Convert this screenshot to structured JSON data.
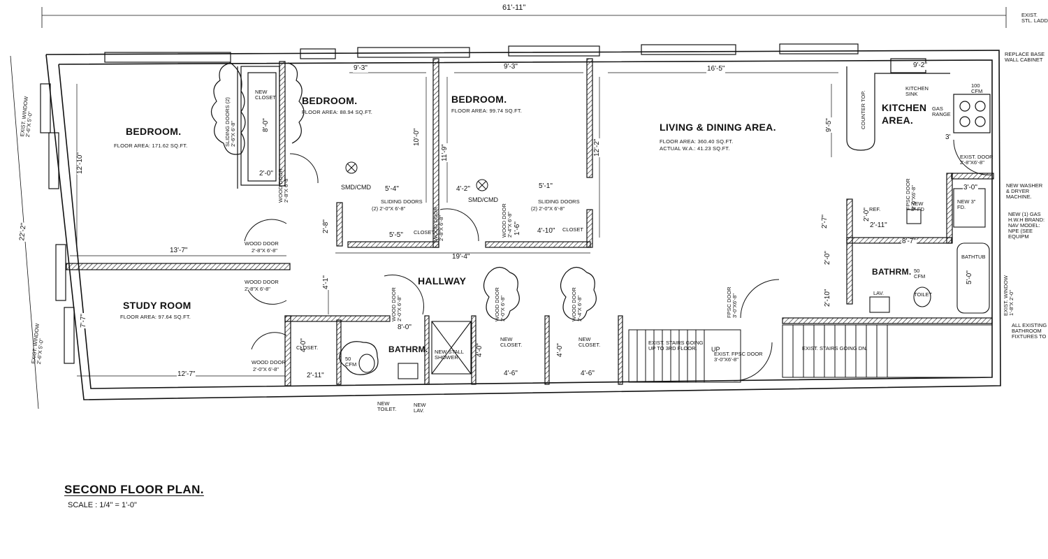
{
  "plan": {
    "title": "SECOND FLOOR PLAN.",
    "scale": "SCALE : 1/4\" = 1'-0\""
  },
  "rooms": {
    "bedroom1": {
      "name": "BEDROOM.",
      "area": "FLOOR AREA: 171.62 SQ.FT."
    },
    "bedroom2": {
      "name": "BEDROOM.",
      "area": "FLOOR AREA: 88.94 SQ.FT."
    },
    "bedroom3": {
      "name": "BEDROOM.",
      "area": "FLOOR AREA: 99.74 SQ.FT."
    },
    "living": {
      "name": "LIVING & DINING AREA.",
      "area": "FLOOR AREA: 360.40 SQ.FT.",
      "actual": "ACTUAL W.A.: 41.23 SQ.FT."
    },
    "kitchen": {
      "name_line1": "KITCHEN",
      "name_line2": "AREA."
    },
    "study": {
      "name": "STUDY ROOM",
      "area": "FLOOR AREA: 97.64 SQ.FT."
    },
    "hallway": {
      "name": "HALLWAY"
    },
    "bath1": {
      "name": "BATHRM."
    },
    "bath2": {
      "name": "BATHRM."
    }
  },
  "dimensions": {
    "overall": "61'-11\"",
    "d1": "9'-3\"",
    "d2": "9'-3\"",
    "d3": "16'-5\"",
    "d4": "9'-2\"",
    "d5": "12'-10\"",
    "d6": "22'-2\"",
    "d7": "7'-7\"",
    "d8": "13'-7\"",
    "d9": "12'-7\"",
    "d10": "19'-4\"",
    "d11": "5'-4\"",
    "d12": "5'-5\"",
    "d13": "4'-2\"",
    "d14": "5'-1\"",
    "d15": "4'-10\"",
    "d16": "10'-0\"",
    "d17": "11'-9\"",
    "d18": "12'-2\"",
    "d19": "9'-5\"",
    "d20": "8'-0\"",
    "d21": "2'-0\"",
    "d22": "2'-8\"",
    "d23": "4'-1\"",
    "d24": "8'-0\"",
    "d25": "4'-0\"",
    "d26": "2'-11\"",
    "d27": "4'-6\"",
    "d28": "4'-6\"",
    "d29": "4'-0\"",
    "d30": "4'-0\"",
    "d31": "2'-7\"",
    "d32": "2'-0\"",
    "d33": "2'-11\"",
    "d34": "8'-7\"",
    "d35": "2'-0\"",
    "d36": "2'-10\"",
    "d37": "5'-0\"",
    "d38": "3'-0\"",
    "d39": "3'",
    "d40": "1'-6\""
  },
  "notes": {
    "new_closet_top": "NEW CLOSET",
    "sliding_doors_v": "SLIDING DOORS (2) 2'-6\"X 6'-8\"",
    "wood_door_v1": "WOOD DOOR 2'-8\"X 6'-8\"",
    "smd1": "SMD/CMD",
    "smd2": "SMD/CMD",
    "sliding1_a": "SLIDING DOORS",
    "sliding1_b": "(2) 2'-0\"X 6'-8\"",
    "sliding2_a": "SLIDING DOORS",
    "sliding2_b": "(2) 2'-0\"X 6'-8\"",
    "closet1": "CLOSET",
    "closet2": "CLOSET",
    "wood_door_v2": "WOOD DOOR 2'-8\"X 6'-8\"",
    "wood_door_v3": "WOOD DOOR 2'-4\"X 6'-8\"",
    "wood_door_a": "WOOD DOOR",
    "wood_door_a2": "2'-8\"X 6'-8\"",
    "wood_door_b": "WOOD DOOR",
    "wood_door_b2": "2'-8\"X 6'-8\"",
    "wood_door_c": "WOOD DOOR",
    "wood_door_c2": "2'-0\"X 6'-8\"",
    "closet3": "CLOSET.",
    "wood_door_v4": "WOOD DOOR 2'-0\"X 6'-8\"",
    "wood_door_v5": "WOOD DOOR 2'-0\"X 6'-8\"",
    "wood_door_v6": "WOOD DOOR 2'-4\"X 6'-8\"",
    "new_closet1": "NEW CLOSET.",
    "new_closet2": "NEW CLOSET.",
    "new_stall": "NEW STALL SHOWER",
    "fan50a": "50 CFM",
    "new_toilet": "NEW TOILET.",
    "new_lav": "NEW LAV.",
    "stairs_up": "EXIST. STAIRS GOING UP TO 3RD FLOOR.",
    "fpsc_door": "EXIST. FPSC DOOR 3'-0\"X6'-8\"",
    "up": "UP",
    "stairs_dn": "EXIST. STAIRS GOING DN.",
    "fpsc_v": "FPSC DOOR 3'-0\"X6'-8\"",
    "fan50b": "50 CFM",
    "lav": "LAV.",
    "toilet": "TOILET",
    "bathtub": "BATHTUB",
    "ref": "REF.",
    "new_fd1": "NEW 3\" FD",
    "new_fd2": "NEW 3\" FD.",
    "fpsc_v2": "FPSC DOOR 2'-0\"X6'-8\"",
    "kitchen_sink": "KITCHEN SINK",
    "counter_top": "COUNTER TOP.",
    "cfm100": "100 CFM",
    "gas_range": "GAS RANGE",
    "exist_door": "EXIST. DOOR 2'-8\"X6'-8\"",
    "new_washer": "NEW WASHER & DRYER MACHINE.",
    "new_hwh": "NEW (1) GAS H.W.H BRAND: NAV MODEL: NPE (SEE EQUIPM",
    "exist_window_side": "EXIST. WINDOW 1'-8\"X 2'-0\"",
    "all_existing": "ALL EXISTING BATHROOM FIXTURES TO",
    "replace_base": "REPLACE BASE WALL CABINET",
    "exist_stl_ladder": "EXIST. STL. LADD",
    "exist_window_left1": "EXIST. WINDOW 2'-6\"X 5'-0\"",
    "exist_window_left2": "EXIST. WINDOW 2'-6\"X 5'-0\""
  }
}
